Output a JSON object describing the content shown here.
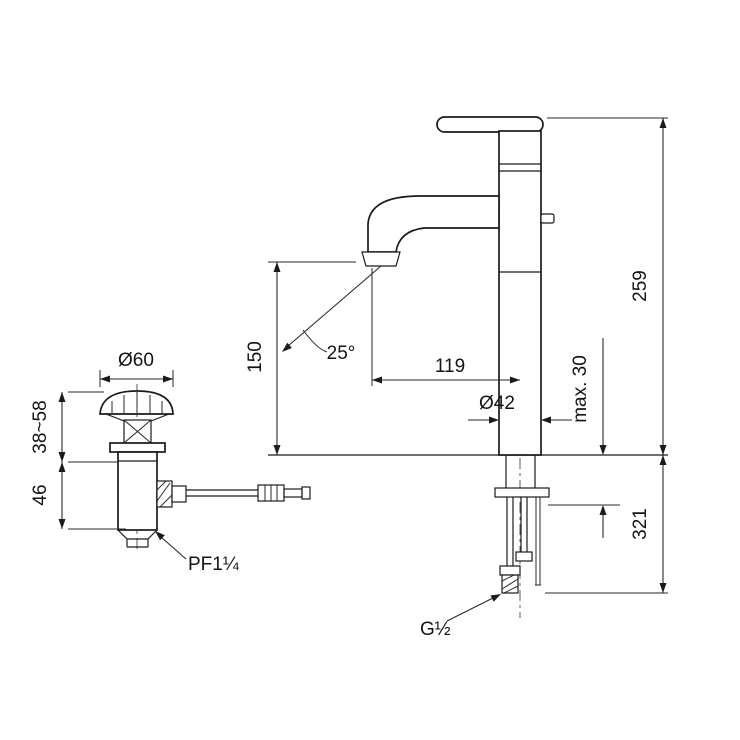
{
  "page": {
    "background": "#ffffff",
    "line_color": "#1b1b1b"
  },
  "drawing": {
    "type": "technical-dimension-drawing",
    "labels": {
      "total_height": "259",
      "below_deck_height": "321",
      "spout_outlet_height": "150",
      "spout_reach": "119",
      "body_diameter": "Ø42",
      "max_deck_thickness": "max. 30",
      "spray_angle": "25°",
      "drain_flange_diameter": "Ø60",
      "drain_adjust_range": "38~58",
      "drain_lower_height": "46",
      "drain_thread": "PF1¼",
      "supply_thread": "G½"
    }
  }
}
